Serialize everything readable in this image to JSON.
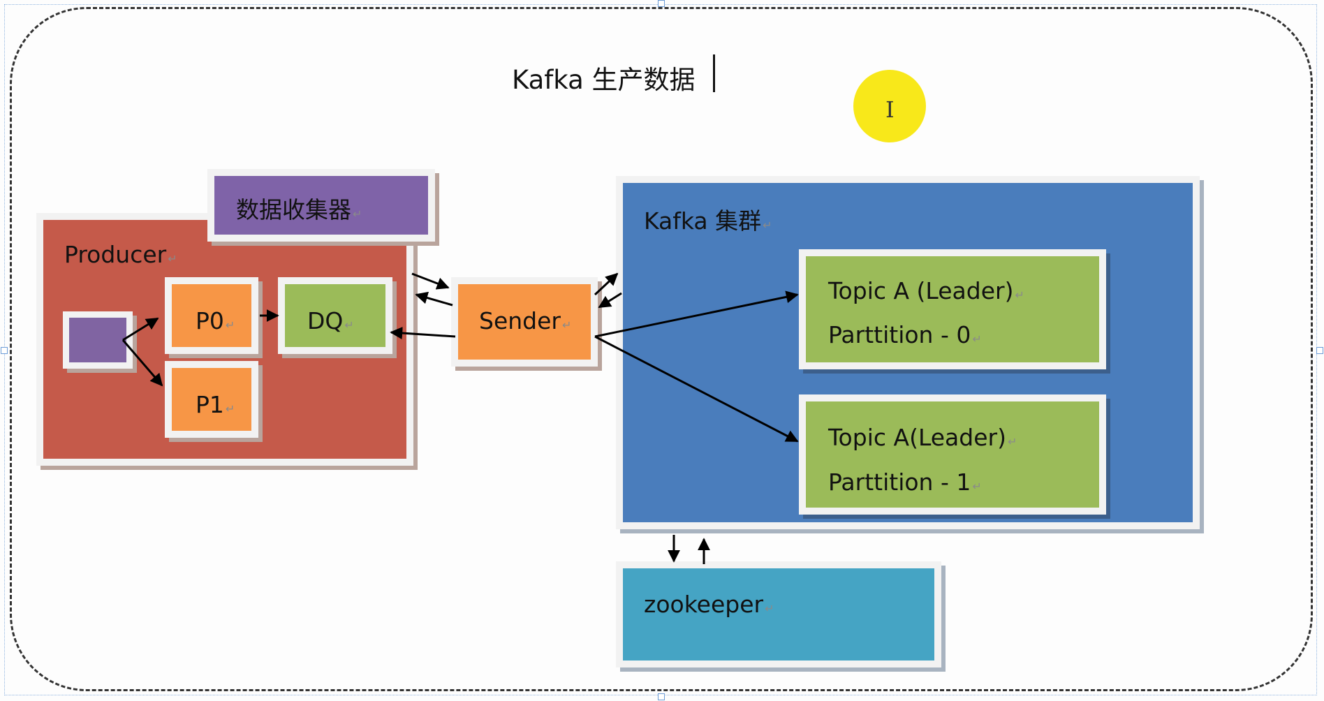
{
  "title": "Kafka 生产数据",
  "collector": {
    "label": "数据收集器",
    "color": "#7f63a8"
  },
  "producer": {
    "label": "Producer",
    "color": "#c55a4a"
  },
  "p0": {
    "label": "P0"
  },
  "p1": {
    "label": "P1"
  },
  "dq": {
    "label": "DQ"
  },
  "sender": {
    "label": "Sender"
  },
  "cluster": {
    "label": "Kafka 集群",
    "color": "#4a7dbc"
  },
  "topics": [
    {
      "line1": "Topic A (Leader)",
      "line2": "Parttition - 0"
    },
    {
      "line1": "Topic A(Leader)",
      "line2": "Parttition - 1"
    }
  ],
  "zookeeper": {
    "label": "zookeeper",
    "color": "#45a4c4"
  },
  "colors": {
    "orange": "#f79646",
    "green": "#9bbb59",
    "purple": "#8064a2"
  }
}
